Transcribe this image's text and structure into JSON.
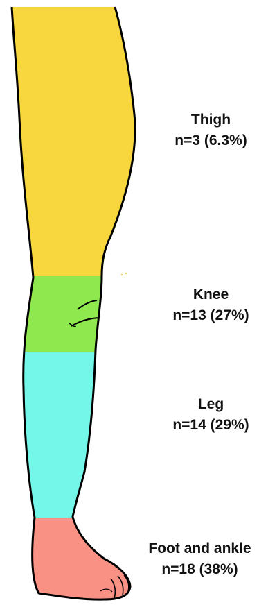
{
  "regions": [
    {
      "id": "thigh",
      "name": "Thigh",
      "stat": "n=3 (6.3%)",
      "color": "#f8d63d"
    },
    {
      "id": "knee",
      "name": "Knee",
      "stat": "n=13 (27%)",
      "color": "#8fe84e"
    },
    {
      "id": "leg",
      "name": "Leg",
      "stat": "n=14 (29%)",
      "color": "#74f6e8"
    },
    {
      "id": "foot",
      "name": "Foot and ankle",
      "stat": "n=18 (38%)",
      "color": "#f99185"
    }
  ]
}
